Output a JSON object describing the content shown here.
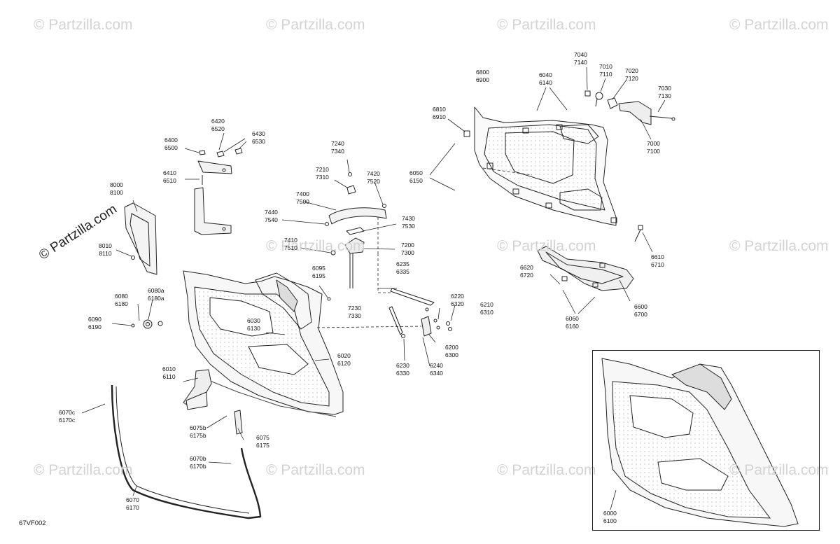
{
  "watermark": "© Partzilla.com",
  "drawing_ref": "67VF002",
  "callouts": [
    {
      "id": "c7040",
      "a": "7040",
      "b": "7140"
    },
    {
      "id": "c7010",
      "a": "7010",
      "b": "7110"
    },
    {
      "id": "c7020",
      "a": "7020",
      "b": "7120"
    },
    {
      "id": "c7030",
      "a": "7030",
      "b": "7130"
    },
    {
      "id": "c7000",
      "a": "7000",
      "b": "7100"
    },
    {
      "id": "c6800",
      "a": "6800",
      "b": "6900"
    },
    {
      "id": "c6040",
      "a": "6040",
      "b": "6140"
    },
    {
      "id": "c6810",
      "a": "6810",
      "b": "6910"
    },
    {
      "id": "c6050",
      "a": "6050",
      "b": "6150"
    },
    {
      "id": "c6610",
      "a": "6610",
      "b": "6710"
    },
    {
      "id": "c6620",
      "a": "6620",
      "b": "6720"
    },
    {
      "id": "c6600",
      "a": "6600",
      "b": "6700"
    },
    {
      "id": "c6060",
      "a": "6060",
      "b": "6160"
    },
    {
      "id": "c6420",
      "a": "6420",
      "b": "6520"
    },
    {
      "id": "c6430",
      "a": "6430",
      "b": "6530"
    },
    {
      "id": "c6400",
      "a": "6400",
      "b": "6500"
    },
    {
      "id": "c6410",
      "a": "6410",
      "b": "6510"
    },
    {
      "id": "c8000",
      "a": "8000",
      "b": "8100"
    },
    {
      "id": "c8010",
      "a": "8010",
      "b": "8110"
    },
    {
      "id": "c7240",
      "a": "7240",
      "b": "7340"
    },
    {
      "id": "c7210",
      "a": "7210",
      "b": "7310"
    },
    {
      "id": "c7420",
      "a": "7420",
      "b": "7520"
    },
    {
      "id": "c7400",
      "a": "7400",
      "b": "7500"
    },
    {
      "id": "c7440",
      "a": "7440",
      "b": "7540"
    },
    {
      "id": "c7430",
      "a": "7430",
      "b": "7530"
    },
    {
      "id": "c7410",
      "a": "7410",
      "b": "7510"
    },
    {
      "id": "c7200",
      "a": "7200",
      "b": "7300"
    },
    {
      "id": "c6235",
      "a": "6235",
      "b": "6335"
    },
    {
      "id": "c6095",
      "a": "6095",
      "b": "6195"
    },
    {
      "id": "c7230",
      "a": "7230",
      "b": "7330"
    },
    {
      "id": "c6220",
      "a": "6220",
      "b": "6320"
    },
    {
      "id": "c6210",
      "a": "6210",
      "b": "6310"
    },
    {
      "id": "c6200",
      "a": "6200",
      "b": "6300"
    },
    {
      "id": "c6230",
      "a": "6230",
      "b": "6330"
    },
    {
      "id": "c6240",
      "a": "6240",
      "b": "6340"
    },
    {
      "id": "c6080",
      "a": "6080",
      "b": "6180"
    },
    {
      "id": "c6080a",
      "a": "6080a",
      "b": "6180a"
    },
    {
      "id": "c6090",
      "a": "6090",
      "b": "6190"
    },
    {
      "id": "c6030",
      "a": "6030",
      "b": "6130"
    },
    {
      "id": "c6020",
      "a": "6020",
      "b": "6120"
    },
    {
      "id": "c6010",
      "a": "6010",
      "b": "6110"
    },
    {
      "id": "c6070c",
      "a": "6070c",
      "b": "6170c"
    },
    {
      "id": "c6075b",
      "a": "6075b",
      "b": "6175b"
    },
    {
      "id": "c6075",
      "a": "6075",
      "b": "6175"
    },
    {
      "id": "c6070b",
      "a": "6070b",
      "b": "6170b"
    },
    {
      "id": "c6070",
      "a": "6070",
      "b": "6170"
    },
    {
      "id": "c6000",
      "a": "6000",
      "b": "6100"
    }
  ]
}
